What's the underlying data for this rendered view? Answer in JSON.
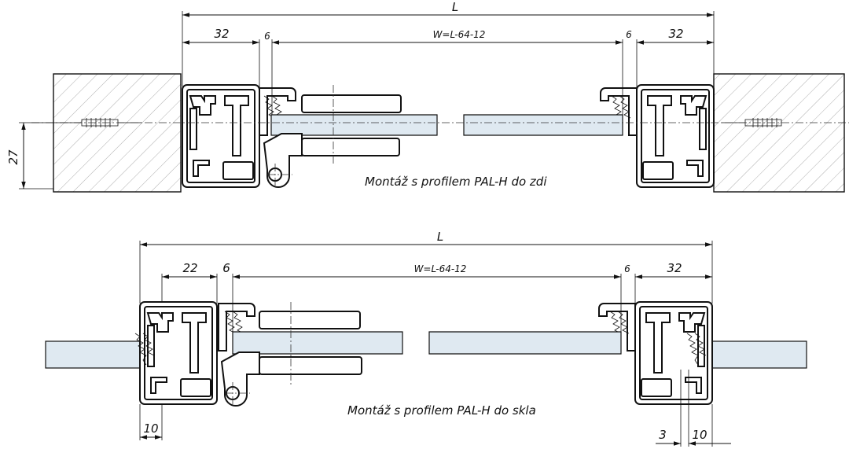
{
  "top_drawing": {
    "caption": "Montáž s profilem PAL-H do zdi",
    "dim_L": "L",
    "dim_W": "W=L-64-12",
    "dim_left_32": "32",
    "dim_left_6": "6",
    "dim_right_6": "6",
    "dim_right_32": "32",
    "dim_height": "27"
  },
  "bottom_drawing": {
    "caption": "Montáž s profilem PAL-H do skla",
    "dim_L": "L",
    "dim_W": "W=L-64-12",
    "dim_left_22": "22",
    "dim_left_6": "6",
    "dim_right_6": "6",
    "dim_right_32": "32",
    "dim_bottom_left_10": "10",
    "dim_bottom_right_3": "3",
    "dim_bottom_right_10": "10"
  }
}
